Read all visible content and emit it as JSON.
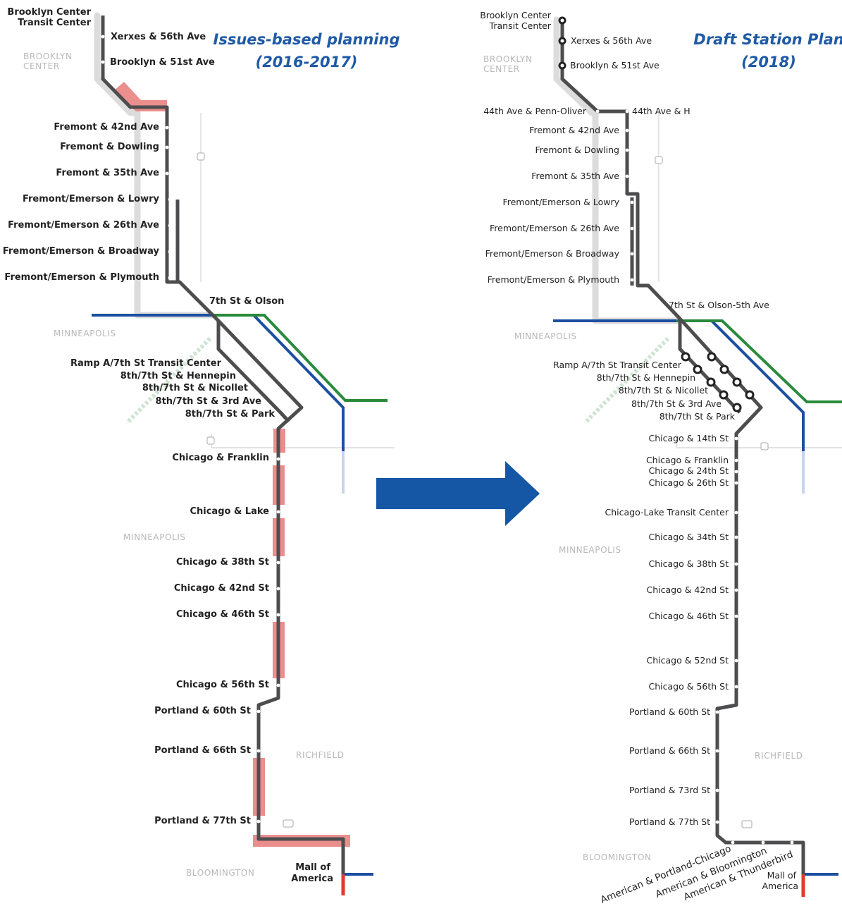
{
  "left_panel": {
    "title_line1": "Issues-based planning",
    "title_line2": "(2016-2017)",
    "cities": [
      "BROOKLYN",
      "CENTER",
      "MINNEAPOLIS",
      "MINNEAPOLIS",
      "RICHFIELD",
      "BLOOMINGTON"
    ],
    "stations": [
      "Brooklyn Center",
      "Transit Center",
      "Xerxes & 56th Ave",
      "Brooklyn & 51st Ave",
      "Fremont & 42nd Ave",
      "Fremont & Dowling",
      "Fremont & 35th Ave",
      "Fremont/Emerson & Lowry",
      "Fremont/Emerson & 26th Ave",
      "Fremont/Emerson & Broadway",
      "Fremont/Emerson & Plymouth",
      "7th St & Olson",
      "Ramp A/7th St Transit Center",
      "8th/7th St & Hennepin",
      "8th/7th St & Nicollet",
      "8th/7th St & 3rd Ave",
      "8th/7th St & Park",
      "Chicago & Franklin",
      "Chicago & Lake",
      "Chicago & 38th St",
      "Chicago & 42nd St",
      "Chicago & 46th St",
      "Chicago & 56th St",
      "Portland & 60th St",
      "Portland & 66th St",
      "Portland & 77th St",
      "Mall of",
      "America"
    ]
  },
  "right_panel": {
    "title_line1": "Draft Station Plan",
    "title_line2": "(2018)",
    "cities": [
      "BROOKLYN",
      "CENTER",
      "MINNEAPOLIS",
      "MINNEAPOLIS",
      "RICHFIELD",
      "BLOOMINGTON"
    ],
    "stations": [
      "Brooklyn Center",
      "Transit Center",
      "Xerxes & 56th Ave",
      "Brooklyn & 51st Ave",
      "44th Ave & Penn-Oliver",
      "44th Ave & H",
      "Fremont & 42nd Ave",
      "Fremont & Dowling",
      "Fremont & 35th Ave",
      "Fremont/Emerson & Lowry",
      "Fremont/Emerson & 26th Ave",
      "Fremont/Emerson & Broadway",
      "Fremont/Emerson & Plymouth",
      "7th St & Olson-5th Ave",
      "Ramp A/7th St Transit Center",
      "8th/7th St & Hennepin",
      "8th/7th St & Nicollet",
      "8th/7th St & 3rd Ave",
      "8th/7th St & Park",
      "Chicago & 14th St",
      "Chicago & Franklin",
      "Chicago & 24th St",
      "Chicago & 26th St",
      "Chicago-Lake Transit Center",
      "Chicago & 34th St",
      "Chicago & 38th St",
      "Chicago & 42nd St",
      "Chicago & 46th St",
      "Chicago & 52nd St",
      "Chicago & 56th St",
      "Portland & 60th St",
      "Portland & 66th St",
      "Portland & 73rd St",
      "Portland & 77th St",
      "American & Portland-Chicago",
      "American & Bloomington",
      "American & Thunderbird",
      "Mall of",
      "America"
    ]
  },
  "colors": {
    "line": "#4d4d4f",
    "issue_highlight": "#e87a7a",
    "blue_line": "#1c4fa0",
    "green_line": "#2a8a3c",
    "arrow": "#1556a5",
    "title": "#1f5aa6"
  },
  "arrow_icon": "right-arrow-icon"
}
